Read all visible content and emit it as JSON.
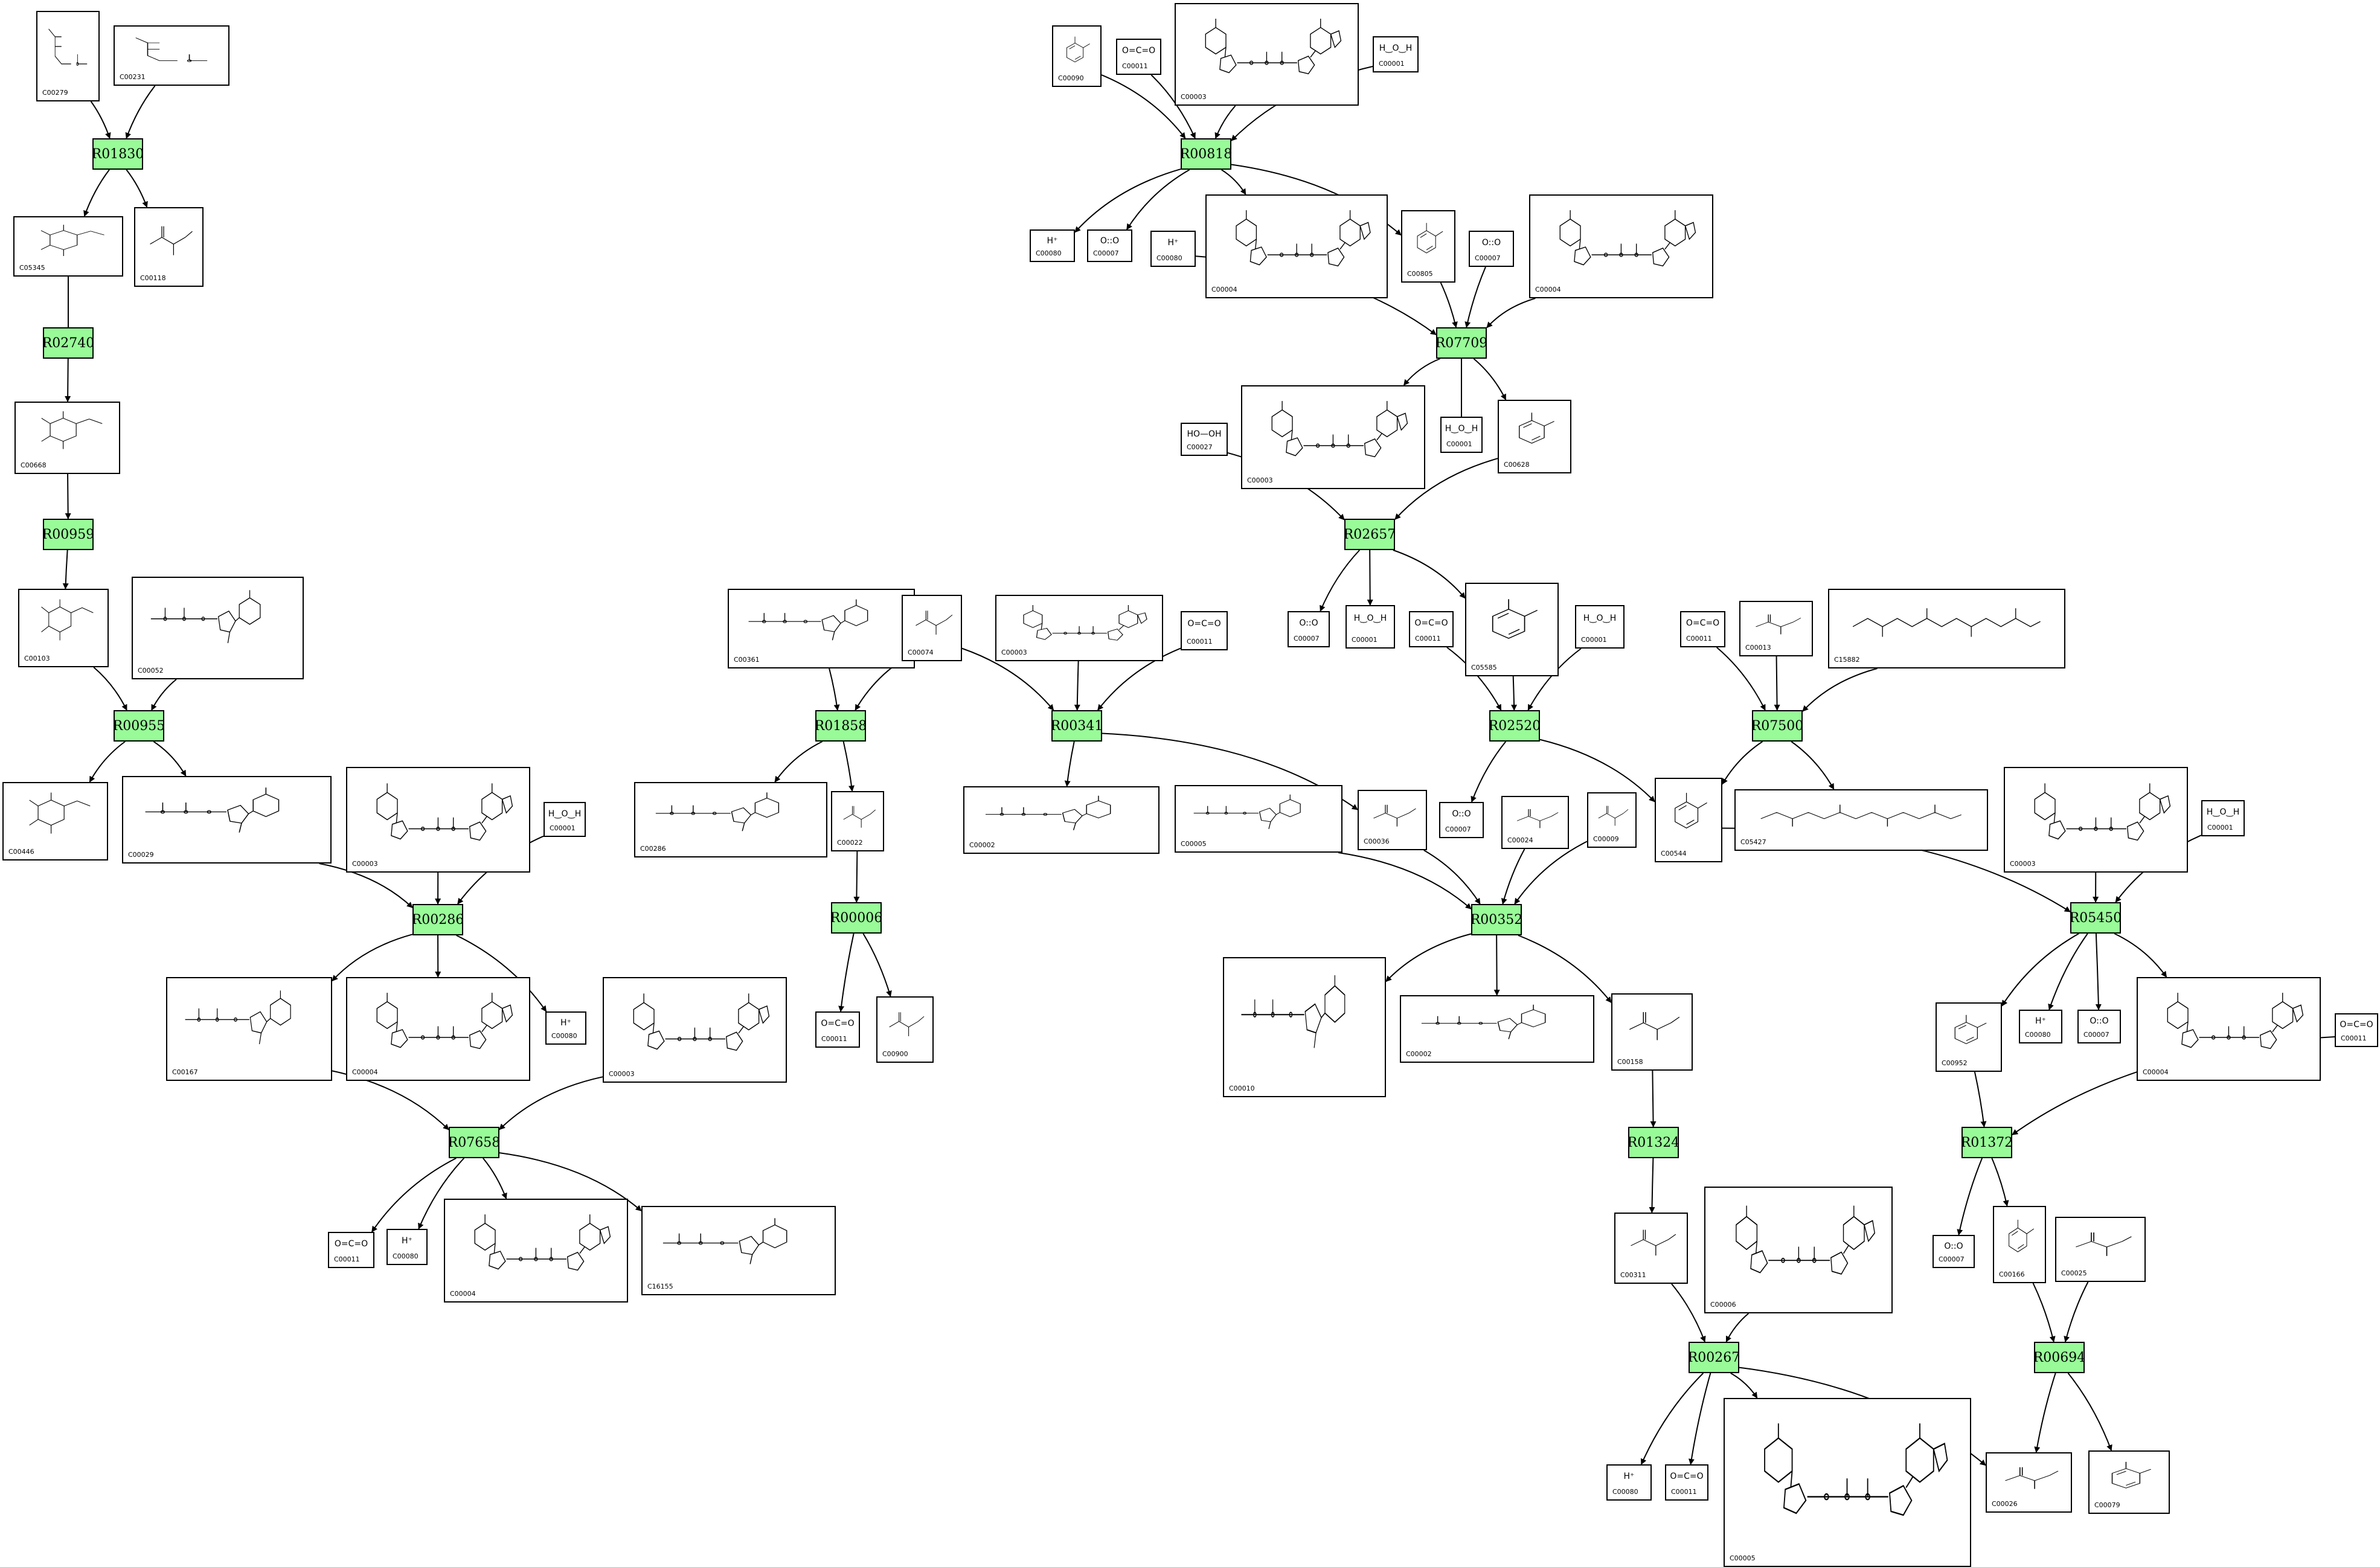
{
  "reactions": [
    {
      "id": "R01830",
      "label": "R01830"
    },
    {
      "id": "R02740",
      "label": "R02740"
    },
    {
      "id": "R00959",
      "label": "R00959"
    },
    {
      "id": "R00955",
      "label": "R00955"
    },
    {
      "id": "R00286",
      "label": "R00286"
    },
    {
      "id": "R07658",
      "label": "R07658"
    },
    {
      "id": "R01858",
      "label": "R01858"
    },
    {
      "id": "R00006",
      "label": "R00006"
    },
    {
      "id": "R00341",
      "label": "R00341"
    },
    {
      "id": "R00818",
      "label": "R00818"
    },
    {
      "id": "R07709",
      "label": "R07709"
    },
    {
      "id": "R02657",
      "label": "R02657"
    },
    {
      "id": "R02520",
      "label": "R02520"
    },
    {
      "id": "R07500",
      "label": "R07500"
    },
    {
      "id": "R00352",
      "label": "R00352"
    },
    {
      "id": "R05450",
      "label": "R05450"
    },
    {
      "id": "R01324",
      "label": "R01324"
    },
    {
      "id": "R01372",
      "label": "R01372"
    },
    {
      "id": "R00267",
      "label": "R00267"
    },
    {
      "id": "R00694",
      "label": "R00694"
    }
  ],
  "compounds": [
    {
      "key": "c_C00279",
      "label": "C00279"
    },
    {
      "key": "c_C00231",
      "label": "C00231"
    },
    {
      "key": "c_C05345",
      "label": "C05345"
    },
    {
      "key": "c_C00118",
      "label": "C00118"
    },
    {
      "key": "c_C00668",
      "label": "C00668"
    },
    {
      "key": "c_C00103",
      "label": "C00103"
    },
    {
      "key": "c_C00052",
      "label": "C00052"
    },
    {
      "key": "c_C00446",
      "label": "C00446"
    },
    {
      "key": "c_C00029",
      "label": "C00029"
    },
    {
      "key": "c_C00003_a",
      "label": "C00003"
    },
    {
      "key": "c_C00001_a",
      "label": "C00001",
      "formula": "H‿O‿H"
    },
    {
      "key": "c_C00167",
      "label": "C00167"
    },
    {
      "key": "c_C00004_a",
      "label": "C00004"
    },
    {
      "key": "c_C00080_a",
      "label": "C00080",
      "formula": "H⁺"
    },
    {
      "key": "c_C00003_b",
      "label": "C00003"
    },
    {
      "key": "c_C00011_a",
      "label": "C00011",
      "formula": "O=C=O"
    },
    {
      "key": "c_C00080_b",
      "label": "C00080",
      "formula": "H⁺"
    },
    {
      "key": "c_C00004_b",
      "label": "C00004"
    },
    {
      "key": "c_C16155",
      "label": "C16155"
    },
    {
      "key": "c_C00361",
      "label": "C00361"
    },
    {
      "key": "c_C00074",
      "label": "C00074"
    },
    {
      "key": "c_C00003_c",
      "label": "C00003"
    },
    {
      "key": "c_C00011_b",
      "label": "C00011",
      "formula": "O=C=O"
    },
    {
      "key": "c_C00286",
      "label": "C00286"
    },
    {
      "key": "c_C00022",
      "label": "C00022"
    },
    {
      "key": "c_C00002_a",
      "label": "C00002"
    },
    {
      "key": "c_C00011_c",
      "label": "C00011",
      "formula": "O=C=O"
    },
    {
      "key": "c_C00900",
      "label": "C00900"
    },
    {
      "key": "c_C00090",
      "label": "C00090"
    },
    {
      "key": "c_C00011_d",
      "label": "C00011",
      "formula": "O=C=O"
    },
    {
      "key": "c_C00003_d",
      "label": "C00003"
    },
    {
      "key": "c_C00001_b",
      "label": "C00001",
      "formula": "H‿O‿H"
    },
    {
      "key": "c_C00080_c",
      "label": "C00080",
      "formula": "H⁺"
    },
    {
      "key": "c_C00007_a",
      "label": "C00007",
      "formula": "O::O"
    },
    {
      "key": "c_C00004_c",
      "label": "C00004"
    },
    {
      "key": "c_C00805",
      "label": "C00805"
    },
    {
      "key": "c_C00080_d",
      "label": "C00080",
      "formula": "H⁺"
    },
    {
      "key": "c_C00007_b",
      "label": "C00007",
      "formula": "O::O"
    },
    {
      "key": "c_C00004_d",
      "label": "C00004"
    },
    {
      "key": "c_C00003_e",
      "label": "C00003"
    },
    {
      "key": "c_C00001_c",
      "label": "C00001",
      "formula": "H‿O‿H"
    },
    {
      "key": "c_C00628",
      "label": "C00628"
    },
    {
      "key": "c_C00027",
      "label": "C00027",
      "formula": "HO—OH"
    },
    {
      "key": "c_C00007_c",
      "label": "C00007",
      "formula": "O::O"
    },
    {
      "key": "c_C00001_d",
      "label": "C00001",
      "formula": "H‿O‿H"
    },
    {
      "key": "c_C00011_e",
      "label": "C00011",
      "formula": "O=C=O"
    },
    {
      "key": "c_C05585",
      "label": "C05585"
    },
    {
      "key": "c_C00001_e",
      "label": "C00001",
      "formula": "H‿O‿H"
    },
    {
      "key": "c_C00036",
      "label": "C00036"
    },
    {
      "key": "c_C00007_d",
      "label": "C00007",
      "formula": "O::O"
    },
    {
      "key": "c_C00024",
      "label": "C00024"
    },
    {
      "key": "c_C00009",
      "label": "C00009"
    },
    {
      "key": "c_C00005",
      "label": "C00005"
    },
    {
      "key": "c_C00011_f",
      "label": "C00011",
      "formula": "O=C=O"
    },
    {
      "key": "c_C00013",
      "label": "C00013"
    },
    {
      "key": "c_C15882",
      "label": "C15882"
    },
    {
      "key": "c_C00544",
      "label": "C00544"
    },
    {
      "key": "c_C05427",
      "label": "C05427"
    },
    {
      "key": "c_C00003_f",
      "label": "C00003"
    },
    {
      "key": "c_C00001_f",
      "label": "C00001",
      "formula": "H‿O‿H"
    },
    {
      "key": "c_C00010",
      "label": "C00010"
    },
    {
      "key": "c_C00002_b",
      "label": "C00002"
    },
    {
      "key": "c_C00158",
      "label": "C00158"
    },
    {
      "key": "c_C00952",
      "label": "C00952"
    },
    {
      "key": "c_C00080_e",
      "label": "C00080",
      "formula": "H⁺"
    },
    {
      "key": "c_C00007_e",
      "label": "C00007",
      "formula": "O::O"
    },
    {
      "key": "c_C00004_e",
      "label": "C00004"
    },
    {
      "key": "c_C00011_g",
      "label": "C00011",
      "formula": "O=C=O"
    },
    {
      "key": "c_C00311",
      "label": "C00311"
    },
    {
      "key": "c_C00006",
      "label": "C00006"
    },
    {
      "key": "c_C00007_f",
      "label": "C00007",
      "formula": "O::O"
    },
    {
      "key": "c_C00166",
      "label": "C00166"
    },
    {
      "key": "c_C00025",
      "label": "C00025"
    },
    {
      "key": "c_C00080_f",
      "label": "C00080",
      "formula": "H⁺"
    },
    {
      "key": "c_C00011_h",
      "label": "C00011",
      "formula": "O=C=O"
    },
    {
      "key": "c_C00005_b",
      "label": "C00005"
    },
    {
      "key": "c_C00026",
      "label": "C00026"
    },
    {
      "key": "c_C00079",
      "label": "C00079"
    }
  ]
}
